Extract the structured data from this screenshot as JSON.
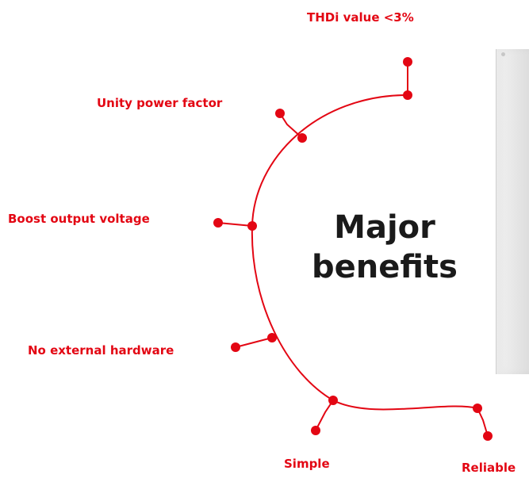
{
  "title": {
    "line1": "Major",
    "line2": "benefits"
  },
  "benefits": [
    "THDi value <3%",
    "Unity power factor",
    "Boost output voltage",
    "No external hardware",
    "Simple",
    "Reliable"
  ],
  "colors": {
    "accent": "#e30613",
    "title": "#1a1a1a",
    "background": "#ffffff"
  },
  "side_image": "drive-unit-photo"
}
